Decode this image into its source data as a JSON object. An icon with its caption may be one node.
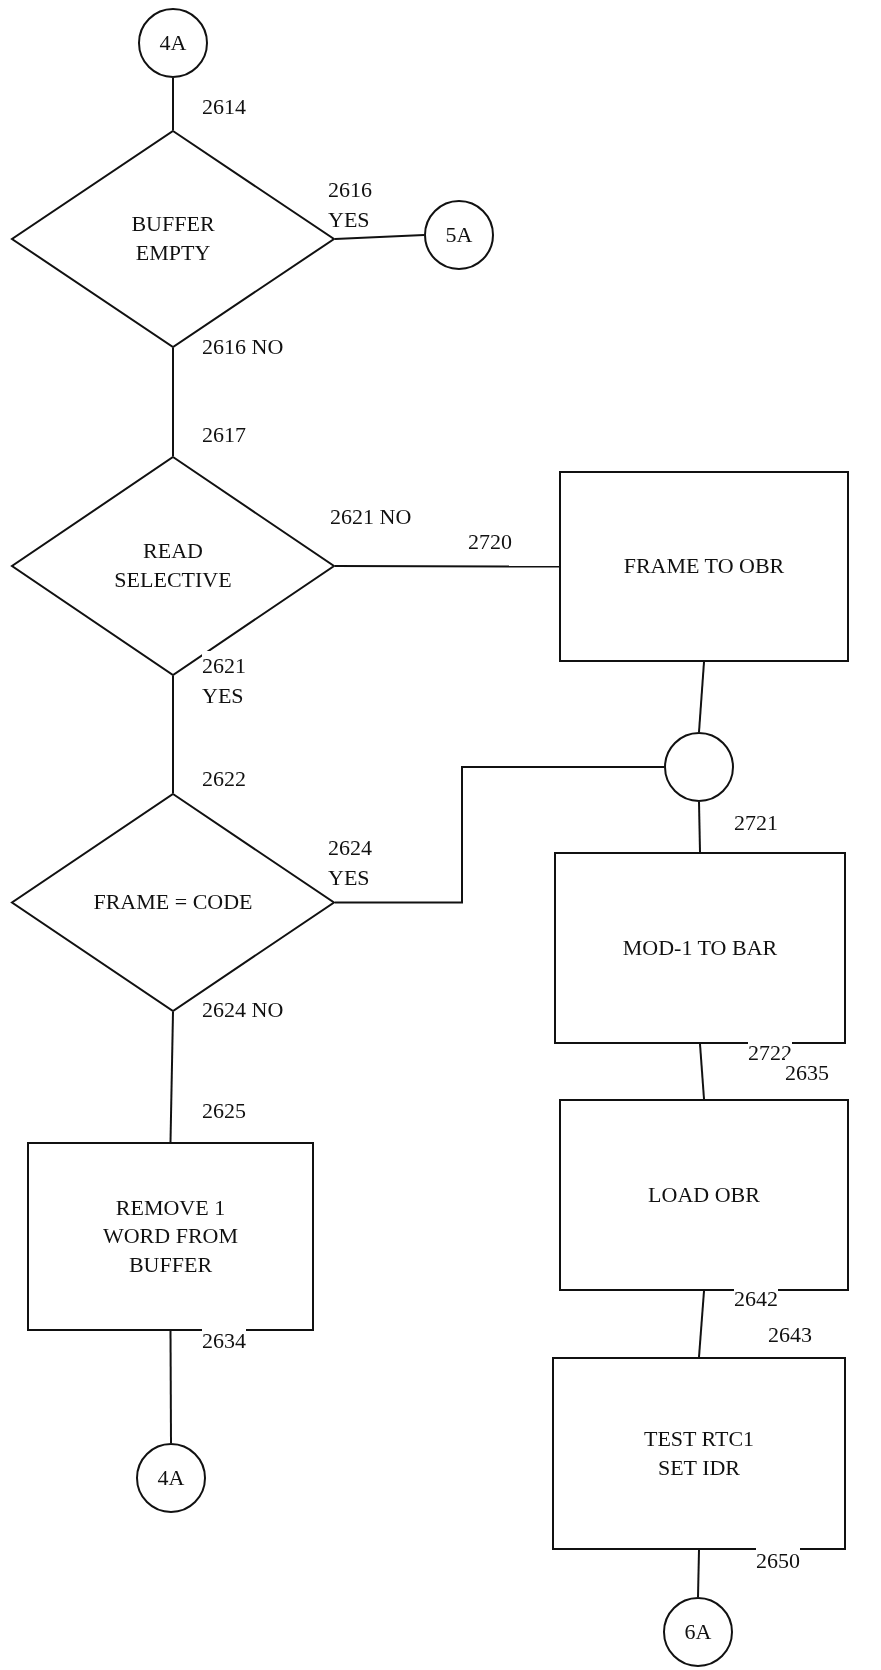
{
  "diagram": {
    "nodes": [
      {
        "text": [
          "4A"
        ]
      },
      {
        "text": [
          "BUFFER EMPTY"
        ]
      },
      {
        "text": [
          "5A"
        ]
      },
      {
        "text": [
          "READ SELECTIVE"
        ]
      },
      {
        "text": [
          "FRAME TO OBR"
        ]
      },
      {
        "text": [],
        "shape": "circle"
      },
      {
        "text": [
          "FRAME = CODE"
        ]
      },
      {
        "text": [
          "MOD-1 TO BAR"
        ]
      },
      {
        "text": [
          "REMOVE 1 WORD FROM BUFFER"
        ]
      },
      {
        "text": [
          "LOAD OBR"
        ]
      },
      {
        "text": [
          "4A"
        ]
      },
      {
        "text": [
          "TEST RTC1 SET IDR"
        ]
      },
      {
        "text": [
          "6A"
        ]
      }
    ],
    "edges": [
      {
        "from": 0,
        "to": 1,
        "arrow": "none"
      },
      {
        "from": 1,
        "to": 2,
        "arrow": "none",
        "label": "2616 YES"
      },
      {
        "from": 1,
        "to": 3,
        "arrow": "none",
        "label": "2616 NO"
      },
      {
        "from": 3,
        "to": 4,
        "arrow": "none",
        "label": "2621 NO"
      },
      {
        "from": 4,
        "to": 5,
        "arrow": "none"
      },
      {
        "from": 3,
        "to": 6,
        "arrow": "none",
        "label": "2621 YES"
      },
      {
        "from": 6,
        "to": 5,
        "arrow": "none",
        "label": "2624 YES"
      },
      {
        "from": 5,
        "to": 7,
        "arrow": "none"
      },
      {
        "from": 6,
        "to": 8,
        "arrow": "none",
        "label": "2624 NO"
      },
      {
        "from": 7,
        "to": 9,
        "arrow": "none"
      },
      {
        "from": 8,
        "to": 10,
        "arrow": "none"
      },
      {
        "from": 9,
        "to": 11,
        "arrow": "none"
      },
      {
        "from": 11,
        "to": 12,
        "arrow": "none"
      }
    ],
    "labels": [
      "2614",
      "2617",
      "2720",
      "2622",
      "2721",
      "2722",
      "2635",
      "2625",
      "2642",
      "2643",
      "2634",
      "2650"
    ]
  }
}
